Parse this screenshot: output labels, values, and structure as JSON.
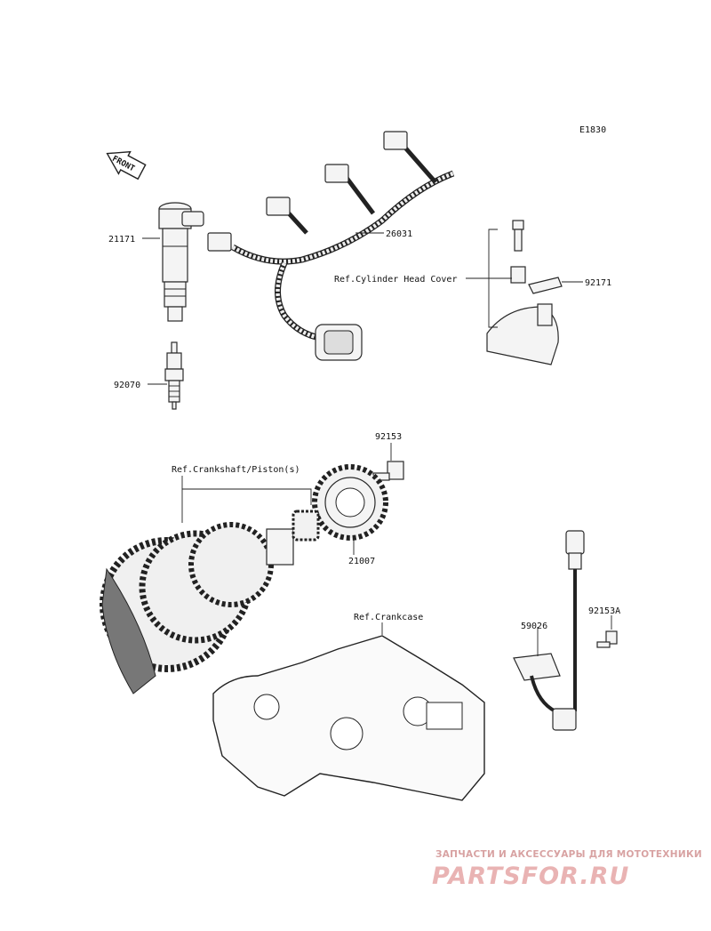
{
  "diagram_code": "E1830",
  "front_label": "FRONT",
  "parts": {
    "ignition_coil": "21171",
    "spark_plug": "92070",
    "wiring_harness": "26031",
    "clamp": "92171",
    "bolt_rotor": "92153",
    "rotor": "21007",
    "bolt_sensor": "92153A",
    "sensor": "59026"
  },
  "references": {
    "cylinder_head_cover": "Ref.Cylinder Head Cover",
    "crankshaft_piston": "Ref.Crankshaft/Piston(s)",
    "crankcase": "Ref.Crankcase"
  },
  "watermark": {
    "tagline": "ЗАПЧАСТИ И АКСЕССУАРЫ ДЛЯ МОТОТЕХНИКИ",
    "brand": "PARTSFOR.RU"
  },
  "colors": {
    "line": "#222222",
    "watermark": "#e9b3b3"
  }
}
